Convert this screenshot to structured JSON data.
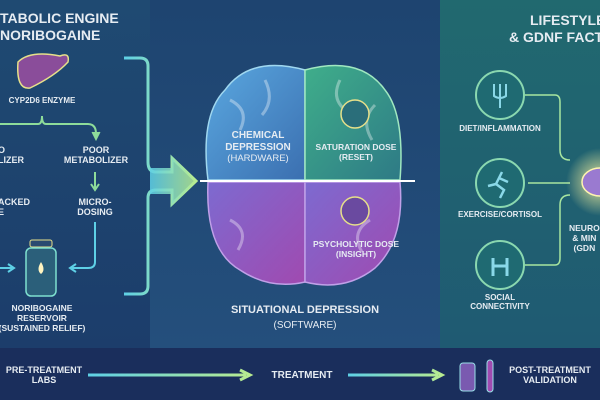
{
  "left_panel": {
    "title_line1": "TABOLIC ENGINE",
    "title_line2": "NORIBOGAINE",
    "enzyme": "CYP2D6 ENZYME",
    "rapid_fragment": "O\nLIZER",
    "poor": "POOR\nMETABOLIZER",
    "stacked_fragment": "ACKED\nE",
    "microdosing": "MICRO-\nDOSING",
    "reservoir": "NORIBOGAINE\nRESERVOIR\n(SUSTAINED RELIEF)"
  },
  "center_panel": {
    "chemical": "CHEMICAL\nDEPRESSION",
    "chemical_sub": "(HARDWARE)",
    "saturation": "SATURATION DOSE\n(RESET)",
    "psycholytic": "PSYCHOLYTIC DOSE\n(INSIGHT)",
    "situational": "SITUATIONAL DEPRESSION",
    "situational_sub": "(SOFTWARE)"
  },
  "right_panel": {
    "title_line1": "LIFESTYLE",
    "title_line2": "& GDNF FACT",
    "diet": "DIET/INFLAMMATION",
    "exercise": "EXERCISE/CORTISOL",
    "social": "SOCIAL\nCONNECTIVITY",
    "neuro_fragment": "NEURO\n& MIN\n(GDN"
  },
  "bottom_flow": {
    "step1": "PRE-TREATMENT\nLABS",
    "step2": "TREATMENT",
    "step3": "POST-TREATMENT\nVALIDATION"
  },
  "colors": {
    "arrow": "#a8e6a0",
    "accent_cyan": "#5ed0e6",
    "brain_blue": "#4a8fd0",
    "brain_green": "#3fa08a",
    "brain_purple": "#8a5cc0"
  }
}
